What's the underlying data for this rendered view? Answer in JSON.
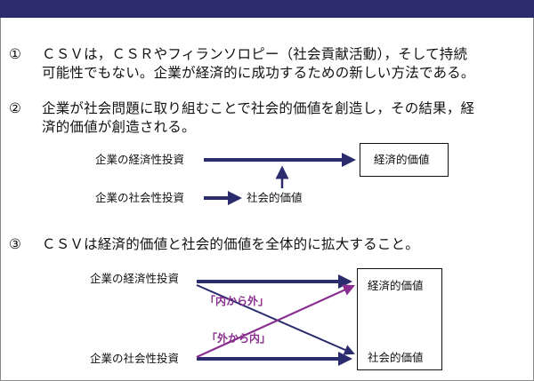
{
  "points": [
    {
      "num": "①",
      "lines": [
        "ＣＳＶは，ＣＳＲやフィランソロピー（社会貢献活動），そして持続",
        "可能性でもない。企業が経済的に成功するための新しい方法である。"
      ]
    },
    {
      "num": "②",
      "lines": [
        "企業が社会問題に取り組むことで社会的価値を創造し，その結果，経",
        "済的価値が創造される。"
      ]
    },
    {
      "num": "③",
      "lines": [
        "ＣＳＶは経済的価値と社会的価値を全体的に拡大すること。"
      ]
    }
  ],
  "diagram1": {
    "economic_investment": "企業の経済性投資",
    "social_investment": "企業の社会性投資",
    "social_value": "社会的価値",
    "economic_value": "経済的価値"
  },
  "diagram2": {
    "economic_investment": "企業の経済性投資",
    "social_investment": "企業の社会性投資",
    "economic_value": "経済的価値",
    "social_value": "社会的価値",
    "inside_out": "「内から外」",
    "outside_in": "「外から内」"
  },
  "colors": {
    "header_bar": "#2b2c6e",
    "arrow_navy": "#2b2c6e",
    "arrow_purple": "#8a2f8f"
  }
}
